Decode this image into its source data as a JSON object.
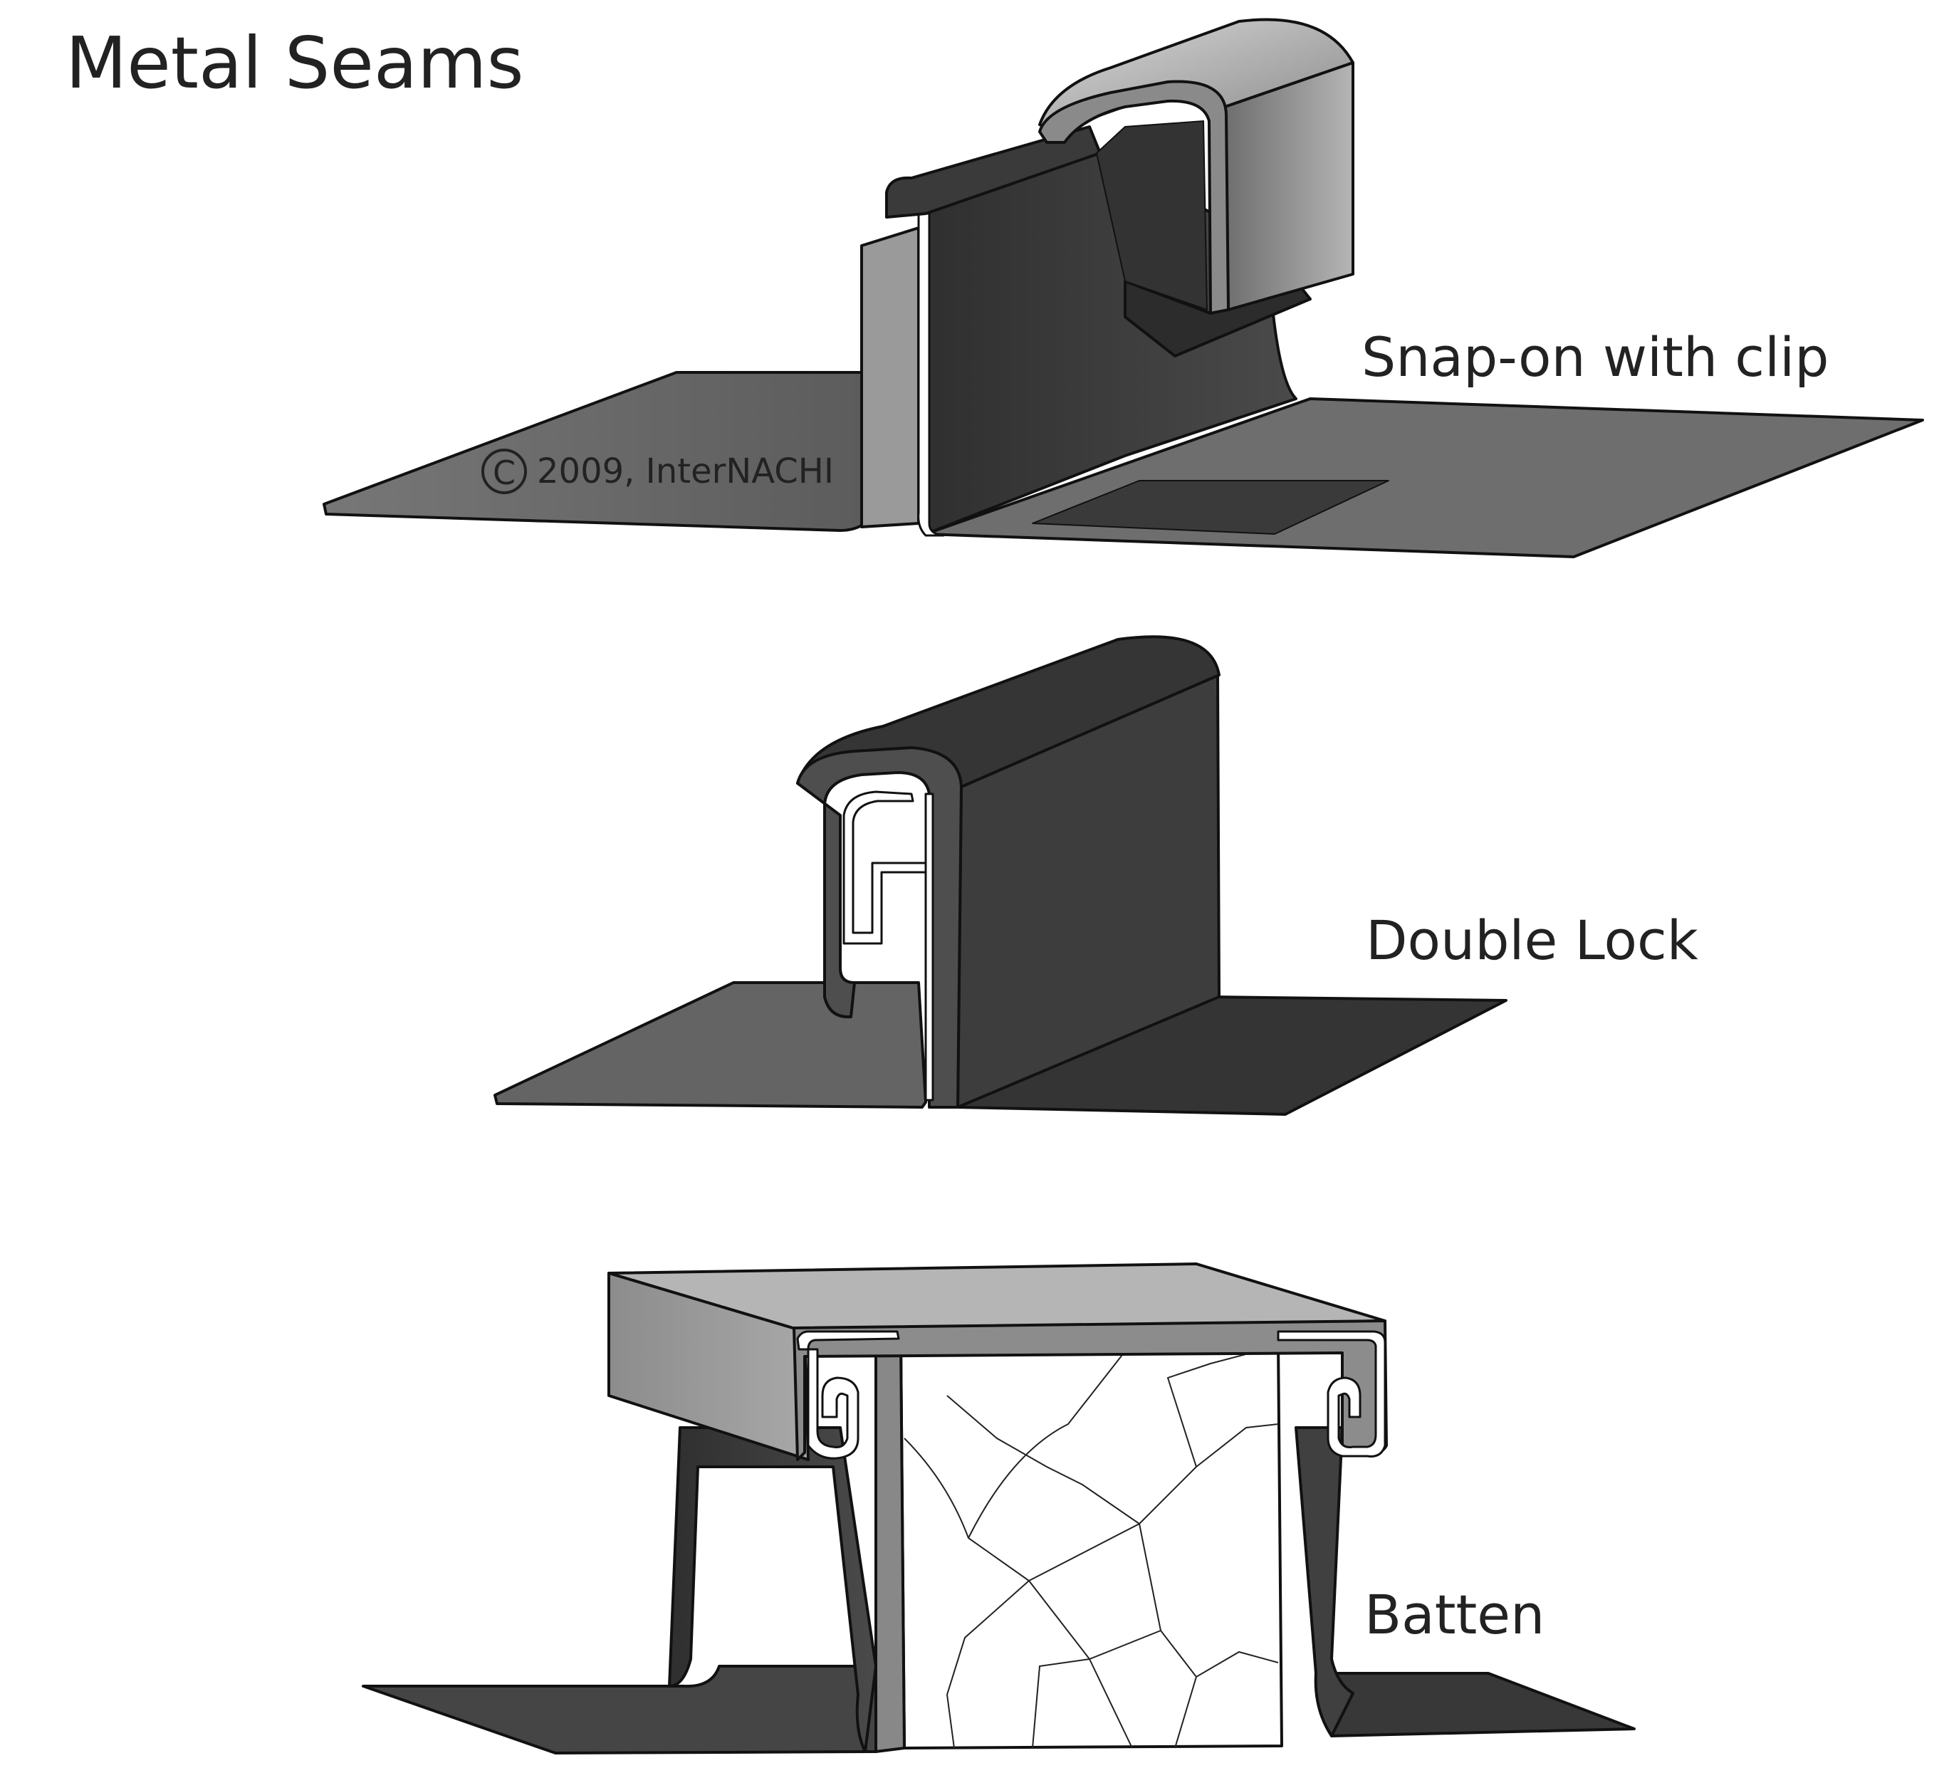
{
  "title": "Metal Seams",
  "copyright": "2009, InterNACHI",
  "copyright_symbol": "C",
  "seams": [
    {
      "id": "snap-on",
      "label": "Snap-on with clip"
    },
    {
      "id": "double-lock",
      "label": "Double Lock"
    },
    {
      "id": "batten",
      "label": "Batten"
    }
  ],
  "colors": {
    "background": "#ffffff",
    "panel_dark": "#3a3a3a",
    "panel_mid": "#6a6a6a",
    "panel_light": "#9a9a9a",
    "batten_fill": "#ffffff",
    "text": "#222222"
  }
}
